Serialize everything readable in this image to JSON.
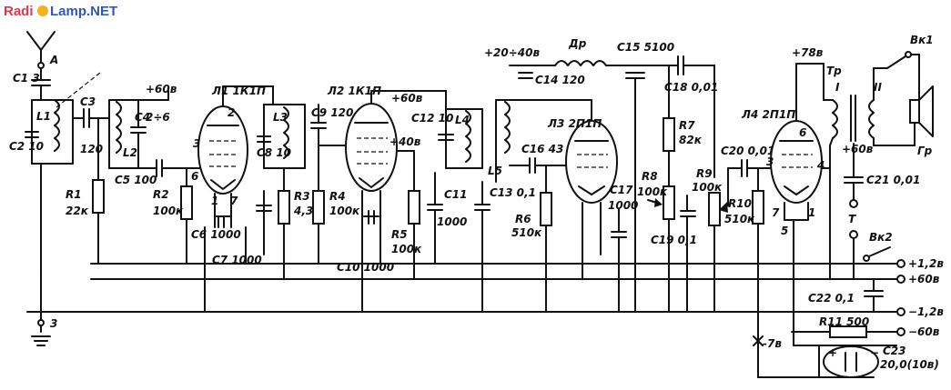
{
  "watermark": {
    "part1": "Radi",
    "part2": "Lamp.NET",
    "color_red": "#e8344a",
    "color_blue": "#2f56c8",
    "color_orange": "#f3b21c"
  },
  "antenna": {
    "label": "A"
  },
  "ground": {
    "label": "3"
  },
  "tubes": [
    {
      "id": "tube1",
      "label": "Л1 1К1П",
      "voltage": "+60в",
      "pins": [
        "2",
        "3",
        "6",
        "1",
        "7"
      ]
    },
    {
      "id": "tube2",
      "label": "Л2 1К1П",
      "voltage": "+60в",
      "tap": "+40в"
    },
    {
      "id": "tube3",
      "label": "Л3 2П1П"
    },
    {
      "id": "tube4",
      "label": "Л4 2П1П",
      "pins": [
        "6",
        "3",
        "4",
        "7",
        "1",
        "5"
      ]
    }
  ],
  "capacitors": [
    {
      "id": "C1",
      "label": "C1 3"
    },
    {
      "id": "C2",
      "label": "C2 10"
    },
    {
      "id": "C3",
      "label": "C3"
    },
    {
      "id": "C3v",
      "label": "120"
    },
    {
      "id": "C4",
      "label": "C4"
    },
    {
      "id": "C4v",
      "label": "2÷6"
    },
    {
      "id": "C5",
      "label": "C5 100"
    },
    {
      "id": "C6",
      "label": "C6 1000"
    },
    {
      "id": "C7",
      "label": "C7 1000"
    },
    {
      "id": "C8",
      "label": "C8 10"
    },
    {
      "id": "C9",
      "label": "C9 120"
    },
    {
      "id": "C10",
      "label": "C10 1000"
    },
    {
      "id": "C11",
      "label": "C11"
    },
    {
      "id": "C11v",
      "label": "1000"
    },
    {
      "id": "C12",
      "label": "C12 10"
    },
    {
      "id": "C13",
      "label": "C13 0,1"
    },
    {
      "id": "C14",
      "label": "C14 120"
    },
    {
      "id": "C15",
      "label": "C15 5100"
    },
    {
      "id": "C16",
      "label": "C16 43"
    },
    {
      "id": "C17",
      "label": "C17"
    },
    {
      "id": "C17v",
      "label": "1000"
    },
    {
      "id": "C18",
      "label": "C18 0,01"
    },
    {
      "id": "C19",
      "label": "C19 0,1"
    },
    {
      "id": "C20",
      "label": "C20 0,01"
    },
    {
      "id": "C21",
      "label": "C21 0,01"
    },
    {
      "id": "C22",
      "label": "C22 0,1"
    },
    {
      "id": "C23",
      "label": "C23"
    },
    {
      "id": "C23v",
      "label": "20,0(10в)"
    }
  ],
  "resistors": [
    {
      "id": "R1",
      "label": "R1",
      "value": "22к"
    },
    {
      "id": "R2",
      "label": "R2",
      "value": "100к"
    },
    {
      "id": "R3",
      "label": "R3",
      "value": "4,3к"
    },
    {
      "id": "R4",
      "label": "R4",
      "value": "100к"
    },
    {
      "id": "R5",
      "label": "R5",
      "value": "100к"
    },
    {
      "id": "R6",
      "label": "R6",
      "value": "510к"
    },
    {
      "id": "R7",
      "label": "R7",
      "value": "82к"
    },
    {
      "id": "R8",
      "label": "R8",
      "value": "100к"
    },
    {
      "id": "R9",
      "label": "R9",
      "value": "100к"
    },
    {
      "id": "R10",
      "label": "R10",
      "value": "510к"
    },
    {
      "id": "R11",
      "label": "R11 500"
    }
  ],
  "coils": [
    {
      "id": "L1",
      "label": "L1"
    },
    {
      "id": "L2",
      "label": "L2"
    },
    {
      "id": "L3",
      "label": "L3"
    },
    {
      "id": "L4",
      "label": "L4"
    },
    {
      "id": "L5",
      "label": "L5"
    }
  ],
  "other": {
    "choke": "Др",
    "supply_tap": "+20÷40в",
    "transformer": "Тр",
    "winding1": "I",
    "winding2": "II",
    "speaker": "Гр",
    "switch1": "Вк1",
    "switch2": "Вк2",
    "phones": "Т",
    "out_plus_60": "+60в",
    "out_plus_78": "+78в",
    "node_minus_7": "-7в"
  },
  "rails": [
    {
      "id": "plus_1_2",
      "label": "+1,2в"
    },
    {
      "id": "plus_60",
      "label": "+60в"
    },
    {
      "id": "minus_1_2",
      "label": "−1,2в"
    },
    {
      "id": "minus_60",
      "label": "−60в"
    }
  ],
  "polarity": {
    "plus": "+",
    "minus": "−"
  }
}
